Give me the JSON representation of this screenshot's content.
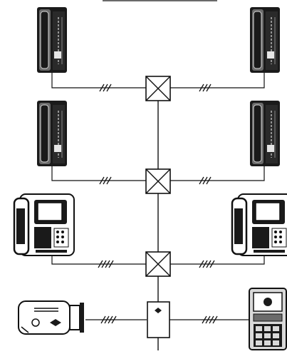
{
  "diagram": {
    "description_visible_text": "",
    "colors": {
      "stroke": "#111111",
      "device_dark": "#1a1a1a",
      "device_mid": "#6b6b6b",
      "device_light": "#d9d9d9",
      "background": "#ffffff"
    },
    "nodes": [
      {
        "id": "handset-phone-top-left",
        "kind": "intercom-handset"
      },
      {
        "id": "handset-phone-top-right",
        "kind": "intercom-handset"
      },
      {
        "id": "handset-phone-mid-left",
        "kind": "intercom-handset"
      },
      {
        "id": "handset-phone-mid-right",
        "kind": "intercom-handset"
      },
      {
        "id": "video-monitor-left",
        "kind": "video-door-monitor"
      },
      {
        "id": "video-monitor-right",
        "kind": "video-door-monitor"
      },
      {
        "id": "door-camera-left",
        "kind": "outdoor-camera"
      },
      {
        "id": "door-station-right",
        "kind": "door-panel-with-keypad"
      },
      {
        "id": "junction-1",
        "kind": "distribution-box"
      },
      {
        "id": "junction-2",
        "kind": "distribution-box"
      },
      {
        "id": "junction-3",
        "kind": "distribution-box"
      },
      {
        "id": "power-supply",
        "kind": "power-unit"
      }
    ],
    "cable_marks": {
      "row1": "///",
      "row2": "///",
      "row3": "////",
      "row4": "////"
    }
  }
}
